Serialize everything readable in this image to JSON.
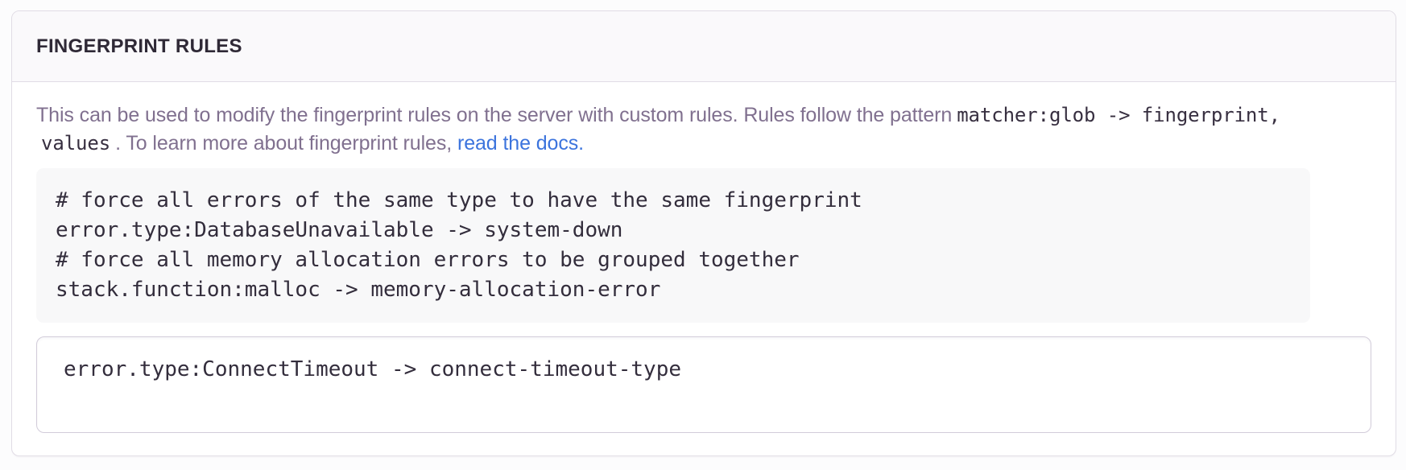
{
  "panel": {
    "title": "FINGERPRINT RULES",
    "description": {
      "line1": {
        "text": "This can be used to modify the fingerprint rules on the server with custom rules. Rules follow the pattern",
        "code": "matcher:glob -> fingerprint,"
      },
      "line2": {
        "code": "values",
        "text": ". To learn more about fingerprint rules,",
        "link_text": "read the docs."
      }
    },
    "example_code": {
      "lines": [
        "# force all errors of the same type to have the same fingerprint",
        "error.type:DatabaseUnavailable -> system-down",
        "# force all memory allocation errors to be grouped together",
        "stack.function:malloc -> memory-allocation-error"
      ]
    },
    "rules_input": {
      "value": "error.type:ConnectTimeout -> connect-timeout-type"
    },
    "colors": {
      "link": "#3c74dd",
      "title_text": "#2f2936",
      "muted_text": "#80708f",
      "code_text": "#332d3c",
      "panel_border": "#e0dce5",
      "header_background": "#faf9fb",
      "example_background": "#f8f8f9",
      "textarea_border": "#d2ccda"
    }
  }
}
